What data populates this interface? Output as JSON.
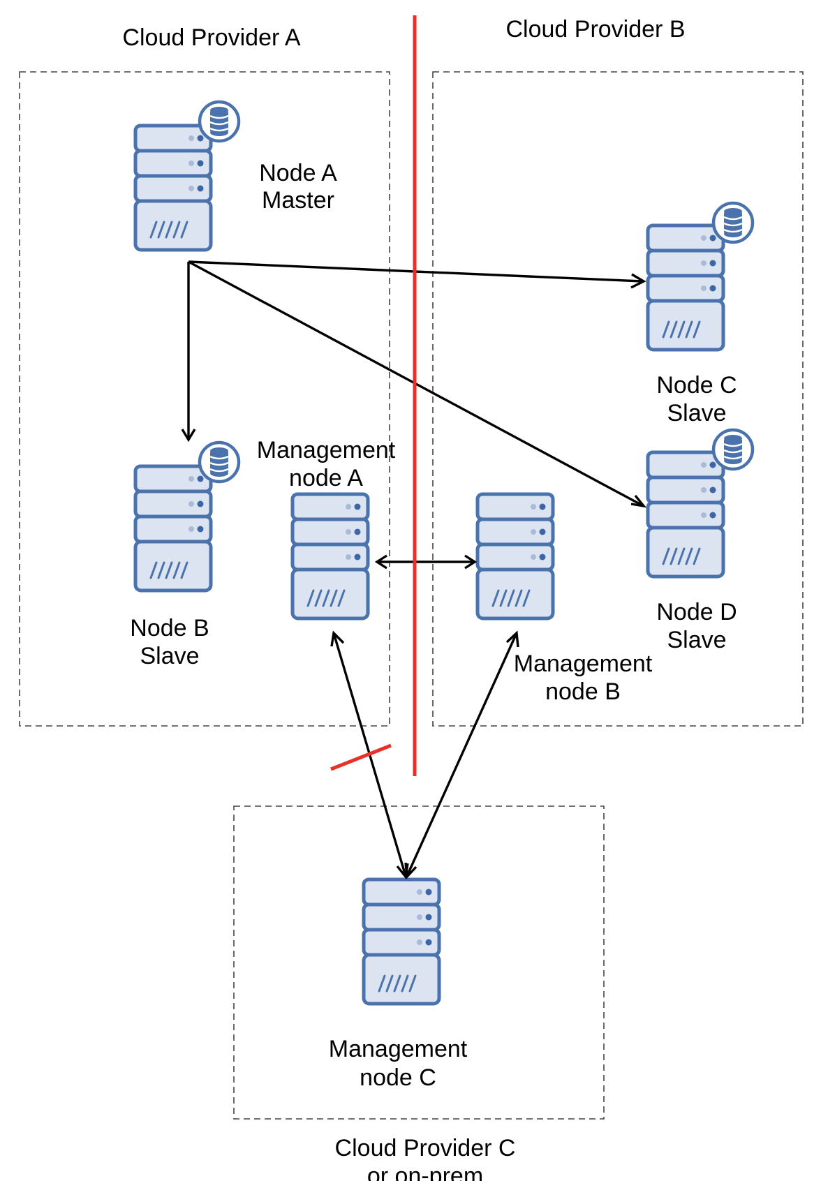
{
  "regions": {
    "provider_a": "Cloud Provider A",
    "provider_b": "Cloud Provider B",
    "provider_c_line1": "Cloud Provider C",
    "provider_c_line2": "or on-prem"
  },
  "nodes": {
    "node_a": {
      "name": "Node A",
      "role": "Master"
    },
    "node_b": {
      "name": "Node B",
      "role": "Slave"
    },
    "node_c": {
      "name": "Node C",
      "role": "Slave"
    },
    "node_d": {
      "name": "Node D",
      "role": "Slave"
    },
    "mgmt_a": {
      "line1": "Management",
      "line2": "node A"
    },
    "mgmt_b": {
      "line1": "Management",
      "line2": "node B"
    },
    "mgmt_c": {
      "line1": "Management",
      "line2": "node C"
    }
  },
  "icons": {
    "server": "server-rack-icon",
    "database": "database-icon"
  },
  "colors": {
    "server_stroke": "#4a72ad",
    "server_fill": "#dbe4f0",
    "partition_line": "#e8302a",
    "arrows": "#000000"
  }
}
